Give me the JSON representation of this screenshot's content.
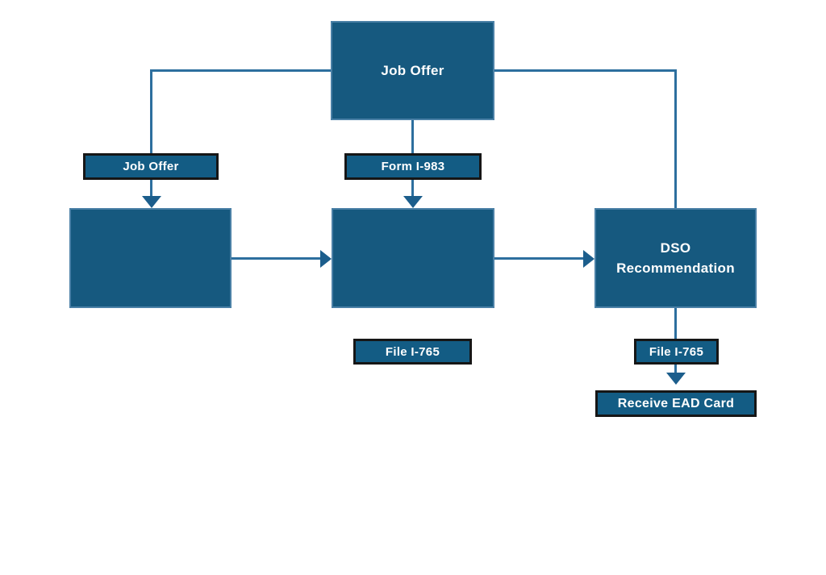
{
  "diagram": {
    "background_color": "#ffffff",
    "colors": {
      "node_fill": "#16597f",
      "node_border": "#4a80a6",
      "tag_fill": "#135c84",
      "tag_border": "#161616",
      "connector": "#2d6f9e",
      "arrowhead": "#1c5e8c",
      "text": "#ffffff"
    },
    "nodes": {
      "top_box": {
        "label": "Job Offer"
      },
      "left_tag": {
        "label": "Job Offer"
      },
      "mid_tag": {
        "label": "Form I-983"
      },
      "left_box": {
        "label": ""
      },
      "mid_box": {
        "label": ""
      },
      "right_box": {
        "label": "DSO Recommendation"
      },
      "mid_file_tag": {
        "label": "File I-765"
      },
      "right_file_tag": {
        "label": "File I-765"
      },
      "ead_box": {
        "label": "Receive EAD Card"
      }
    },
    "edges": [
      {
        "from": "top_box",
        "to": "left_box",
        "via_label": "Job Offer",
        "arrow": true
      },
      {
        "from": "top_box",
        "to": "mid_box",
        "via_label": "Form I-983",
        "arrow": true
      },
      {
        "from": "top_box",
        "to": "right_box",
        "arrow": false
      },
      {
        "from": "left_box",
        "to": "mid_box",
        "arrow": true
      },
      {
        "from": "mid_box",
        "to": "right_box",
        "arrow": true
      },
      {
        "from": "right_box",
        "to": "ead_box",
        "via_label": "File I-765",
        "arrow": true
      }
    ]
  }
}
